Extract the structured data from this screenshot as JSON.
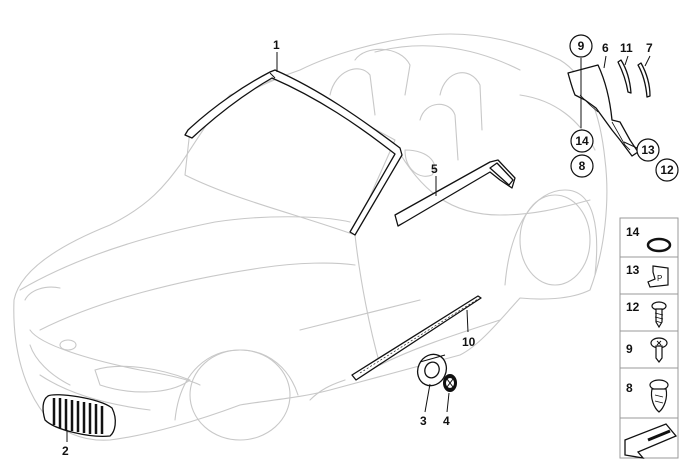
{
  "callouts": [
    "1",
    "2",
    "3",
    "4",
    "5",
    "6",
    "7",
    "8",
    "9",
    "10",
    "11",
    "12",
    "13",
    "14"
  ],
  "legend": [
    {
      "label": "14",
      "part": "grommet-ring"
    },
    {
      "label": "13",
      "part": "clip-nut"
    },
    {
      "label": "12",
      "part": "screw"
    },
    {
      "label": "9",
      "part": "expanding-rivet"
    },
    {
      "label": "8",
      "part": "push-clip"
    }
  ]
}
